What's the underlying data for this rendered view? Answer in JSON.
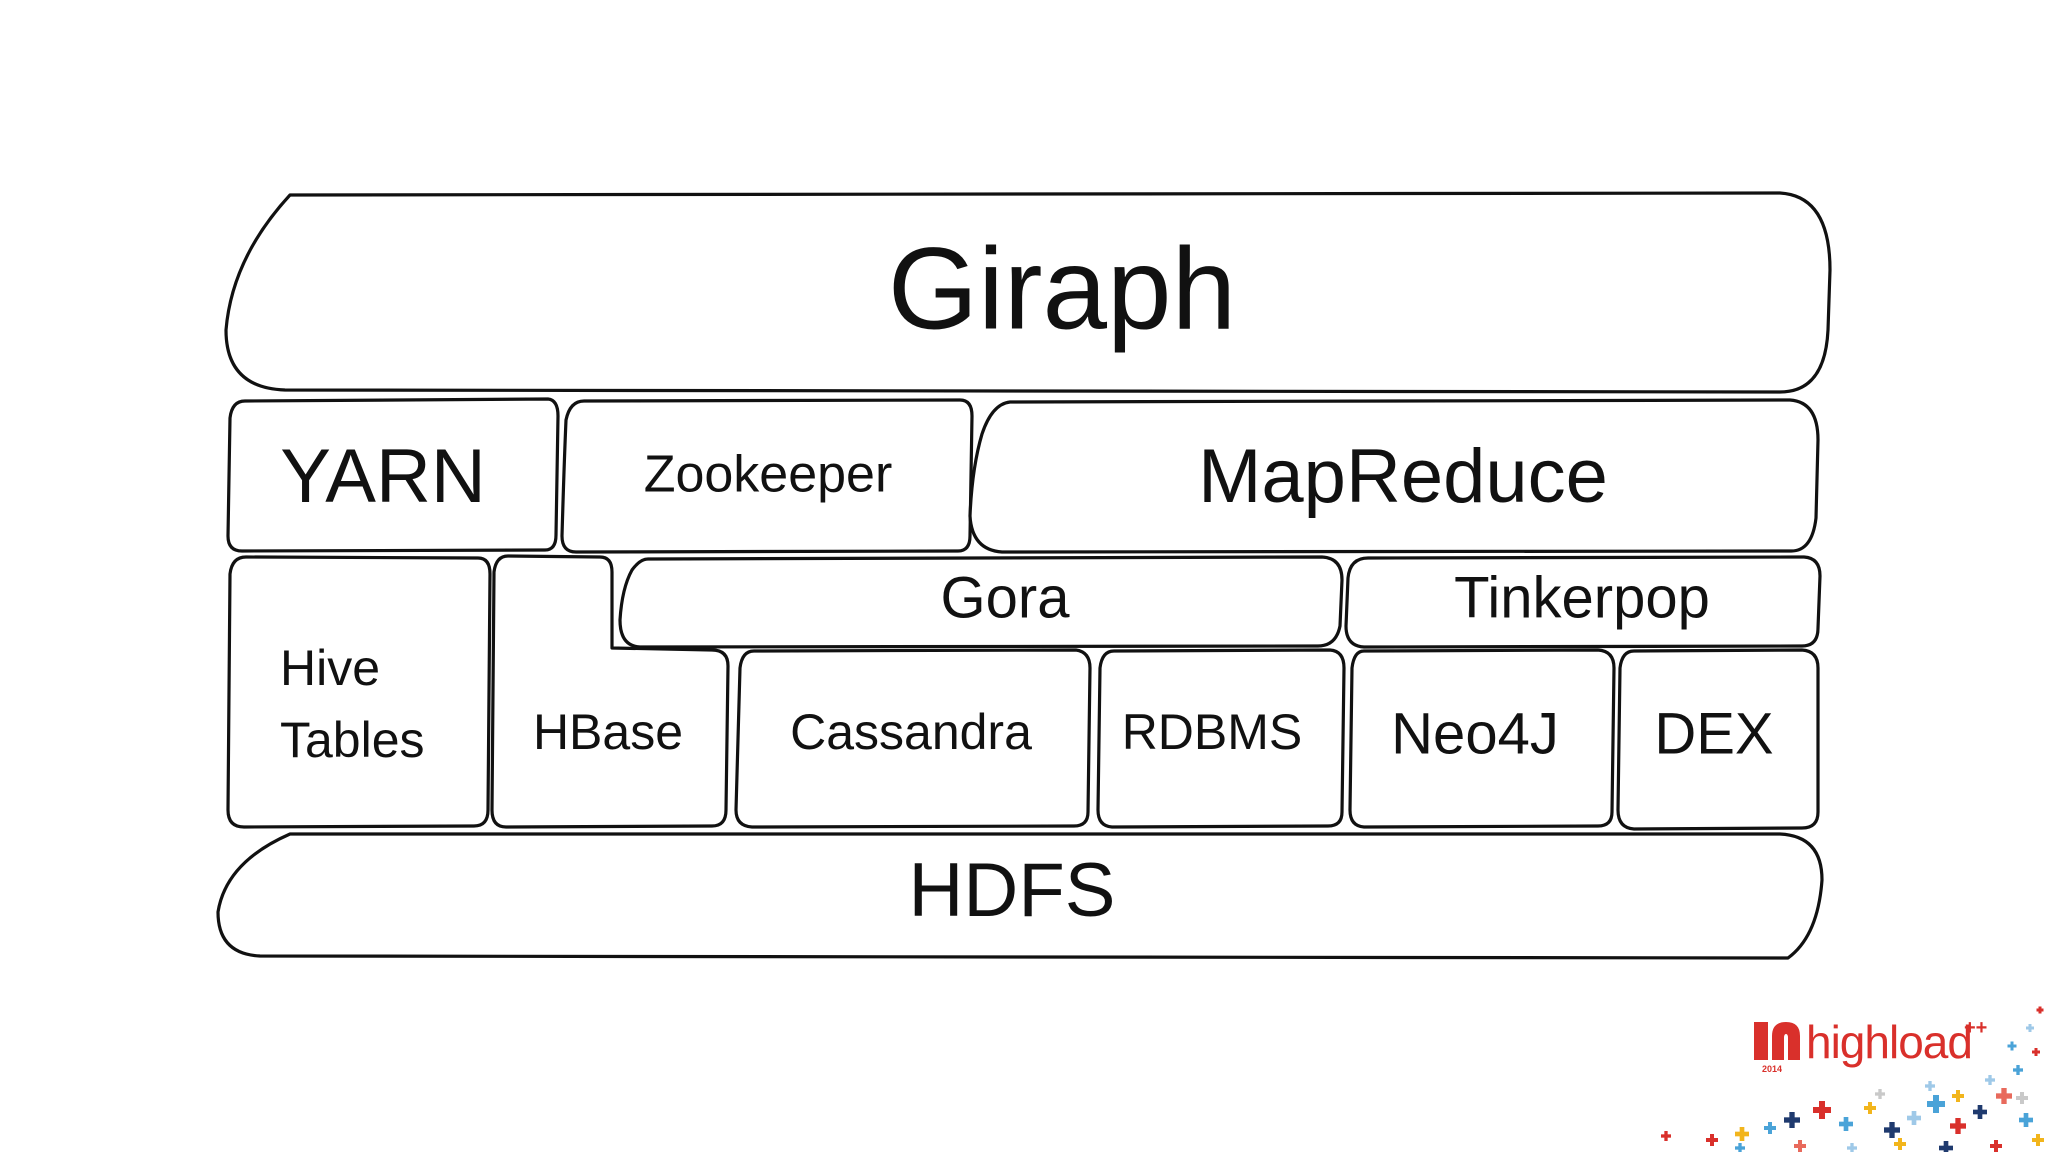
{
  "diagram": {
    "layers": {
      "top": {
        "label": "Giraph"
      },
      "services": {
        "yarn": "YARN",
        "zookeeper": "Zookeeper",
        "mapreduce": "MapReduce"
      },
      "middleware": {
        "gora": "Gora",
        "tinkerpop": "Tinkerpop"
      },
      "stores": {
        "hive_line1": "Hive",
        "hive_line2": "Tables",
        "hbase": "HBase",
        "cassandra": "Cassandra",
        "rdbms": "RDBMS",
        "neo4j": "Neo4J",
        "dex": "DEX"
      },
      "base": {
        "label": "HDFS"
      }
    }
  },
  "branding": {
    "logo_text": "highload",
    "logo_super": "++",
    "logo_year": "2014",
    "colors": {
      "red": "#d9302b",
      "gray": "#6b6b6b",
      "blue": "#4aa3d8",
      "yellow": "#f2b51c",
      "navy": "#1f3a6e"
    }
  }
}
